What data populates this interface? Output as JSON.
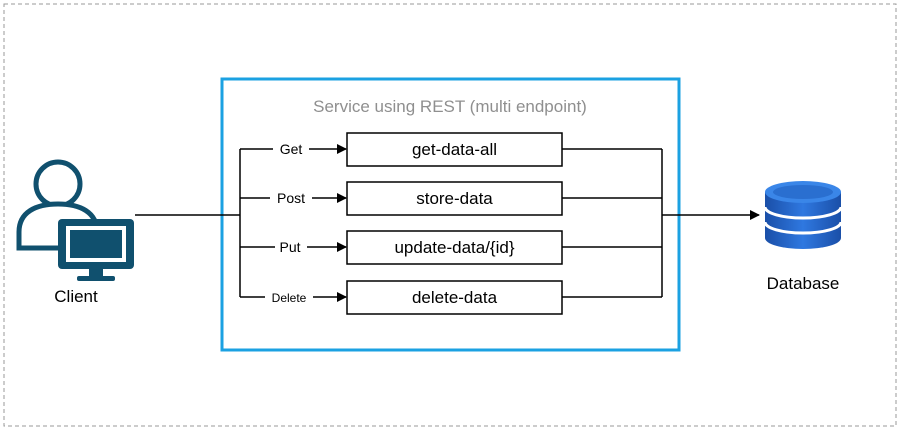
{
  "service": {
    "title": "Service using REST (multi endpoint)",
    "border_color": "#1ba1e2",
    "title_color": "#8f8f8f"
  },
  "client": {
    "label": "Client",
    "icon": "user-computer-icon",
    "color": "#10506e"
  },
  "database": {
    "label": "Database",
    "icon": "database-cylinder-icon",
    "color": "#1d5fbf"
  },
  "endpoints": [
    {
      "method": "Get",
      "name": "get-data-all"
    },
    {
      "method": "Post",
      "name": "store-data"
    },
    {
      "method": "Put",
      "name": "update-data/{id}"
    },
    {
      "method": "Delete",
      "name": "delete-data"
    }
  ]
}
